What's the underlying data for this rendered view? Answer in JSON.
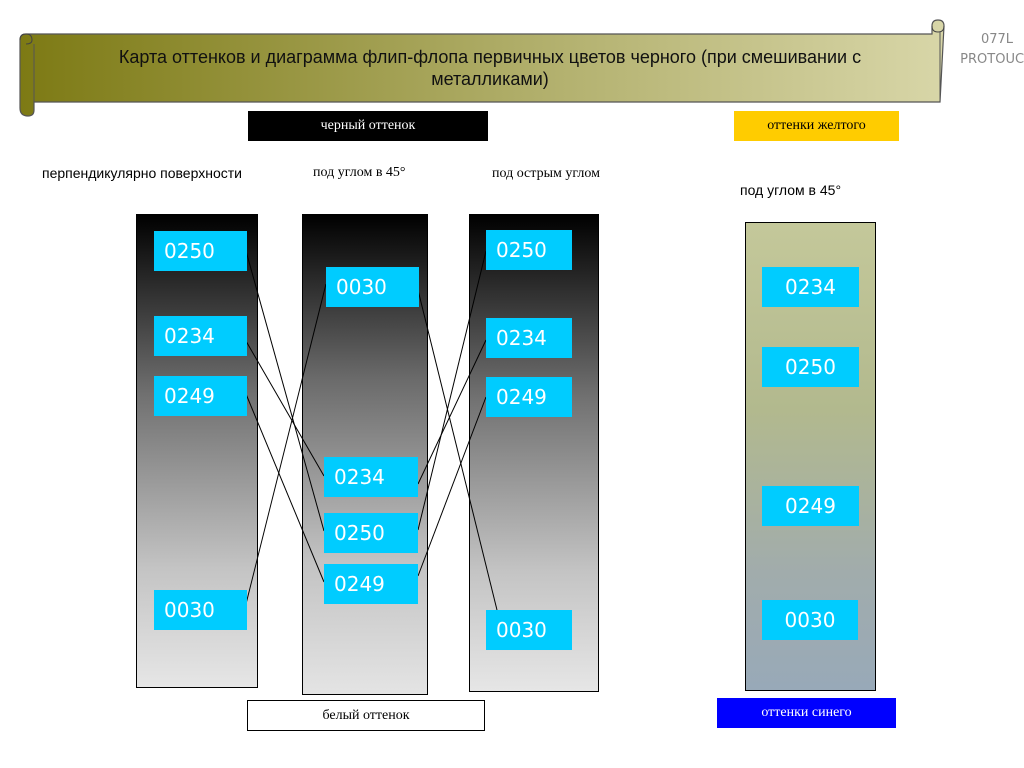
{
  "title": "Карта оттенков и диаграмма флип-флопа первичных цветов черного (при смешивании с металликами)",
  "corner_text": [
    "077L",
    "PROTOUCH"
  ],
  "labels": {
    "black_shade": "черный оттенок",
    "yellow_shades": "оттенки желтого",
    "white_shade": "белый оттенок",
    "blue_shades": "оттенки синего"
  },
  "headers": {
    "perpendicular": "перпендикулярно поверхности",
    "angle45": "под углом в 45°",
    "acute": "под острым углом",
    "angle45_right": "под углом в 45°"
  },
  "columns": {
    "perpendicular": [
      "0250",
      "0234",
      "0249",
      "0030"
    ],
    "angle45": [
      "0030",
      "0234",
      "0250",
      "0249"
    ],
    "acute": [
      "0250",
      "0234",
      "0249",
      "0030"
    ],
    "yellow_blue": [
      "0234",
      "0250",
      "0249",
      "0030"
    ]
  },
  "colors": {
    "banner_fill_start": "#7d7a14",
    "banner_fill_end": "#d8d6a8",
    "box_fill": "#00ccff",
    "black_label": "#000000",
    "yellow_label": "#ffcc00",
    "blue_label": "#0000ff"
  }
}
